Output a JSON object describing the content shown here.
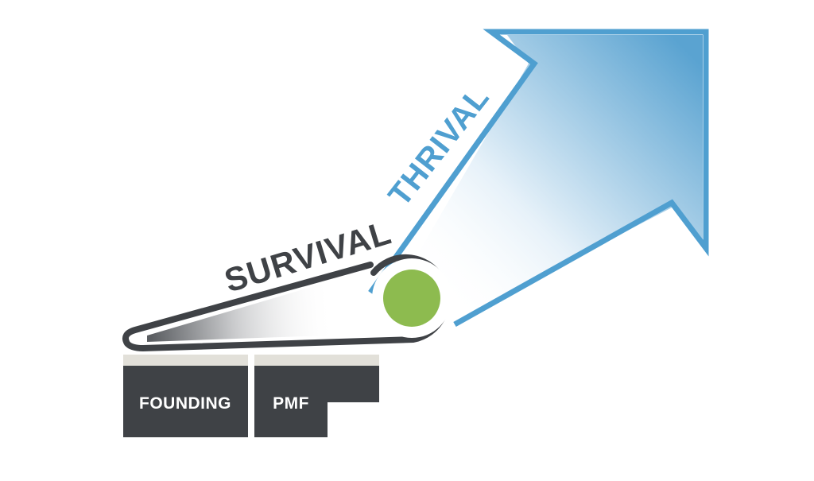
{
  "diagram": {
    "labels": {
      "survival": "SURVIVAL",
      "thrival": "THRIVAL",
      "founding": "FOUNDING",
      "pmf": "PMF"
    },
    "colors": {
      "dark": "#3f4246",
      "blue": "#4f9fd0",
      "green": "#8dbb4f",
      "ledge": "#e2e0d9",
      "white": "#ffffff"
    }
  }
}
